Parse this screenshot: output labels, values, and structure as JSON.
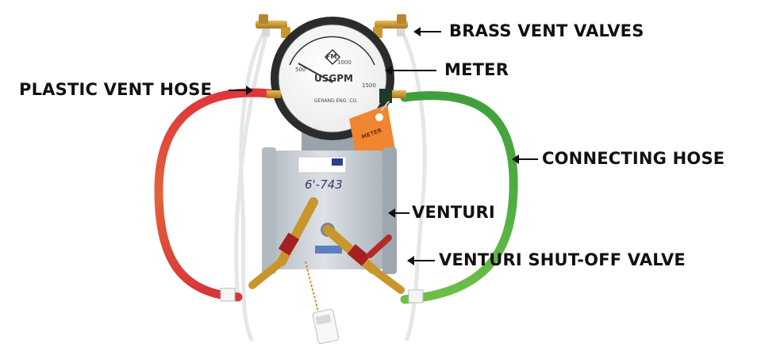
{
  "labels": {
    "brass_vent_valves": "BRASS VENT VALVES",
    "meter": "METER",
    "plastic_vent_hose": "PLASTIC VENT HOSE",
    "connecting_hose": "CONNECTING HOSE",
    "venturi": "VENTURI",
    "venturi_shutoff_valve": "VENTURI SHUT-OFF VALVE"
  },
  "meter_face": {
    "brand": "FM",
    "unit": "USGPM",
    "ticks": [
      "500",
      "1000",
      "1500"
    ],
    "maker": "GERAND ENG. CO."
  },
  "venturi_mark": "6'-743",
  "tag_text": "METER",
  "colors": {
    "red_hose": "#d8343a",
    "green_hose": "#3a9b3a",
    "brass": "#c9962e",
    "venturi_body": "#c5ccd3",
    "tag": "#f0862f",
    "text": "#111111"
  }
}
